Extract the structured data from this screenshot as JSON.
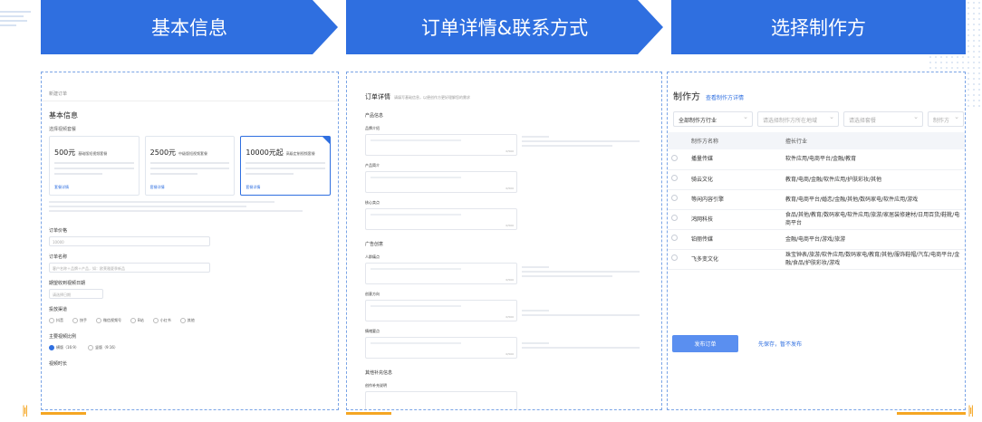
{
  "banners": [
    "基本信息",
    "订单详情&联系方式",
    "选择制作方"
  ],
  "panel1": {
    "crumb": "新建订单",
    "title": "基本信息",
    "section": "选择视频套餐",
    "packages": [
      {
        "price": "500元",
        "tag": "基础版短视频套餐",
        "link": "套餐详情"
      },
      {
        "price": "2500元",
        "tag": "中级版短视频套餐",
        "link": "套餐详情"
      },
      {
        "price": "10000元起",
        "tag": "高级定制视频套餐",
        "link": "套餐详情"
      }
    ],
    "fields": {
      "budget_label": "订单价格",
      "budget_value": "10000",
      "name_label": "订单名称",
      "name_placeholder": "客户名称＋品牌＋产品，如：欧莱雅夏季新品",
      "deadline_label": "期望收到视频日期",
      "deadline_placeholder": "请选择日期",
      "channel_label": "投放渠道",
      "channels": [
        "抖音",
        "快手",
        "微信视频号",
        "B站",
        "小红书",
        "其他"
      ],
      "ratio_label": "主要视频比例",
      "ratios": [
        "横版（16:9）",
        "竖版（9:16）"
      ],
      "duration_label": "视频时长"
    }
  },
  "panel2": {
    "title": "订单详情",
    "hint": "请填写基础信息，以便创作方更好理解您的需求",
    "product_section": "产品信息",
    "product_fields": [
      "品牌介绍",
      "产品简介",
      "核心卖点"
    ],
    "ad_section": "广告创意",
    "ad_fields": [
      "人群痛点",
      "创意方向",
      "情绪要点"
    ],
    "other_section": "其他补充信息",
    "other_fields": [
      "创作补充说明"
    ],
    "counter": "0/500"
  },
  "panel3": {
    "title": "制作方",
    "link": "查看制作方详情",
    "filters": [
      {
        "text": "全部制作方行业",
        "dark": true,
        "w": 88
      },
      {
        "text": "请选择制作方所在地域",
        "dark": false,
        "w": 90
      },
      {
        "text": "请选择套餐",
        "dark": false,
        "w": 88
      },
      {
        "text": "制作方",
        "dark": false,
        "w": 40
      }
    ],
    "columns": [
      "制作方名称",
      "擅长行业"
    ],
    "rows": [
      {
        "name": "播量传媒",
        "industry": "软件应用/电商平台/金融/教育"
      },
      {
        "name": "骑云文化",
        "industry": "教育/电商/金融/软件应用/护肤彩妆/其他"
      },
      {
        "name": "等闲内容引擎",
        "industry": "教育/电商平台/婚恋/金融/其他/数码家电/软件应用/游戏"
      },
      {
        "name": "鸿网科技",
        "industry": "食品/其他/教育/数码家电/软件应用/旅游/家居装修建材/日用百货/鞋靴/电商平台"
      },
      {
        "name": "铂丽传媒",
        "industry": "金融/电商平台/游戏/旅游"
      },
      {
        "name": "飞多变文化",
        "industry": "珠宝钟表/旅游/软件应用/数码家电/教育/其他/服饰鞋帽/汽车/电商平台/金融/食品/护肤彩妆/游戏"
      }
    ],
    "submit": "发布订单",
    "save": "先保存，暂不发布"
  }
}
